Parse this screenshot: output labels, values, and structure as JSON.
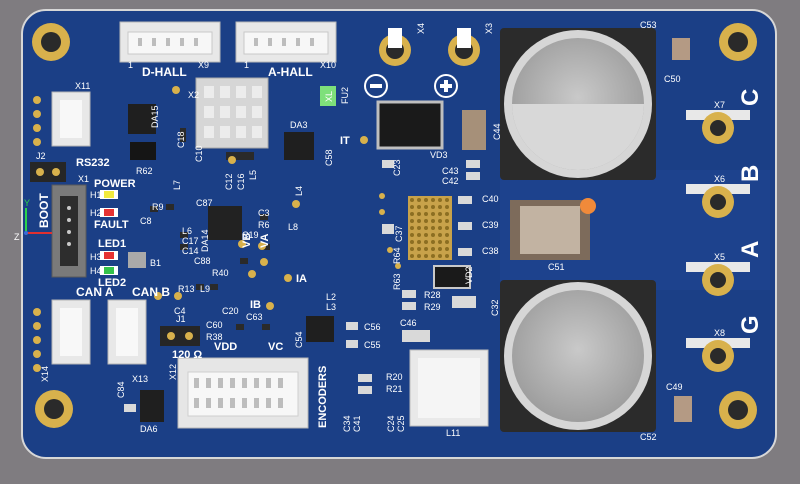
{
  "board": {
    "colors": {
      "board": "#1b3f86",
      "copper": "#c8a24a",
      "gold": "#d8b14c",
      "silk": "#ffffff",
      "background": "#7f7c80"
    },
    "connectors": {
      "d_hall": "D-HALL",
      "a_hall": "A-HALL",
      "can_a": "CAN A",
      "can_b": "CAN B",
      "rs232": "RS232",
      "boot": "BOOT",
      "encoders": "ENCODERS",
      "vdd": "VDD",
      "vc": "VC",
      "r120": "120 Ω",
      "x9": "X9",
      "x10": "X10",
      "x2": "X2",
      "x11": "X11",
      "x13": "X13",
      "x14": "X14",
      "x12": "X12",
      "x1": "X1",
      "j1": "J1",
      "j2": "J2",
      "pin1": "1"
    },
    "leds": {
      "power": "POWER",
      "fault": "FAULT",
      "led1": "LED1",
      "led2": "LED2",
      "h1": "H1",
      "h2": "H2",
      "h3": "H3",
      "h4": "H4"
    },
    "phases": {
      "a": "A",
      "b": "B",
      "c": "C",
      "g": "G"
    },
    "terminals": {
      "x7": "X7",
      "x6": "X6",
      "x5": "X5",
      "x8": "X8",
      "x3": "X3",
      "x4": "X4"
    },
    "testpoints": {
      "it": "IT",
      "ia": "IA",
      "ib": "IB",
      "vb": "VB",
      "va": "VA"
    },
    "fuse": {
      "label": "FU2",
      "text": "XL"
    },
    "chips": {
      "da15": "DA15",
      "da3": "DA3",
      "da14": "DA14",
      "da6": "DA6",
      "vd3": "VD3",
      "vd2": "VD2",
      "l11": "L11",
      "b1": "B1"
    },
    "caps": {
      "c53": "C53",
      "c50": "C50",
      "c44": "C44",
      "c43": "C43",
      "c42": "C42",
      "c40": "C40",
      "c39": "C39",
      "c38": "C38",
      "c51": "C51",
      "c49": "C49",
      "c52": "C52",
      "c46": "C46",
      "c32": "C32",
      "c56": "C56",
      "c55": "C55",
      "c37": "C37",
      "c23": "C23",
      "c58": "C58",
      "c18": "C18",
      "c10": "C10",
      "c12": "C12",
      "c16": "C16",
      "c87": "C87",
      "c3": "C3",
      "c19": "C19",
      "c88": "C88",
      "c8": "C8",
      "c17": "C17",
      "c14": "C14",
      "c4": "C4",
      "c20": "C20",
      "c60": "C60",
      "c63": "C63",
      "c84": "C84",
      "c54": "C54",
      "c34": "C34",
      "c41": "C41",
      "c24": "C24",
      "c25": "C25"
    },
    "resistors": {
      "r62": "R62",
      "r9": "R9",
      "r6": "R6",
      "r40": "R40",
      "r13": "R13",
      "r38": "R38",
      "r64": "R64",
      "r63": "R63",
      "r28": "R28",
      "r29": "R29",
      "r20": "R20",
      "r21": "R21"
    },
    "inductors": {
      "l7": "L7",
      "l4": "L4",
      "l8": "L8",
      "l6": "L6",
      "l5": "L5",
      "l9": "L9",
      "l2": "L2",
      "l3": "L3"
    },
    "axis": {
      "y": "Y",
      "z": "Z"
    }
  }
}
